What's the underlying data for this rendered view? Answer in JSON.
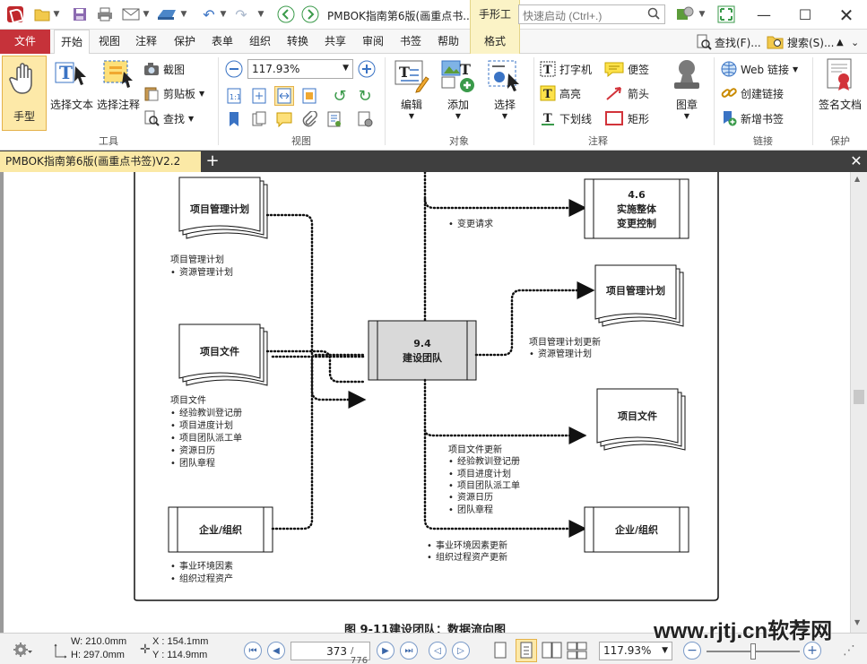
{
  "titlebar": {
    "title": "PMBOK指南第6版(画重点书...",
    "context_tab": "手形工",
    "quick_launch_placeholder": "快速启动 (Ctrl+.)"
  },
  "tabs": {
    "file": "文件",
    "items": [
      "开始",
      "视图",
      "注释",
      "保护",
      "表单",
      "组织",
      "转换",
      "共享",
      "审阅",
      "书签",
      "帮助"
    ],
    "format": "格式",
    "find": "查找(F)...",
    "search": "搜索(S)..."
  },
  "ribbon": {
    "tools": {
      "label": "工具",
      "hand": "手型",
      "select_text": "选择文本",
      "select_annotation": "选择注释",
      "snapshot": "截图",
      "clipboard": "剪贴板",
      "find": "查找"
    },
    "view": {
      "label": "视图",
      "zoom": "117.93%"
    },
    "objects": {
      "label": "对象",
      "edit": "编辑",
      "add": "添加",
      "select": "选择"
    },
    "annotations": {
      "label": "注释",
      "typewriter": "打字机",
      "highlight": "高亮",
      "underline": "下划线",
      "note": "便签",
      "arrow": "箭头",
      "rectangle": "矩形"
    },
    "stamp": {
      "label": "图章"
    },
    "links": {
      "label": "链接",
      "web_link": "Web 链接",
      "create_link": "创建链接",
      "add_bookmark": "新增书签"
    },
    "protect": {
      "label": "保护",
      "sign": "签名文档"
    }
  },
  "document_tab": {
    "title": "PMBOK指南第6版(画重点书签)V2.2"
  },
  "diagram": {
    "input_pm_plan": "项目管理计划",
    "input_pm_plan_note_title": "项目管理计划",
    "input_pm_plan_note_items": [
      "资源管理计划"
    ],
    "input_project_docs": "项目文件",
    "input_docs_note_title": "项目文件",
    "input_docs_note_items": [
      "经验教训登记册",
      "项目进度计划",
      "项目团队派工单",
      "资源日历",
      "团队章程"
    ],
    "input_eef": "企业/组织",
    "input_eef_note_items": [
      "事业环境因素",
      "组织过程资产"
    ],
    "process_number": "9.4",
    "process_name": "建设团队",
    "change_requests": "变更请求",
    "out_integration_number": "4.6",
    "out_integration_line1": "实施整体",
    "out_integration_line2": "变更控制",
    "out_pm_plan": "项目管理计划",
    "out_pm_plan_note_title": "项目管理计划更新",
    "out_pm_plan_note_items": [
      "资源管理计划"
    ],
    "out_project_docs": "项目文件",
    "out_docs_note_title": "项目文件更新",
    "out_docs_note_items": [
      "经验教训登记册",
      "项目进度计划",
      "项目团队派工单",
      "资源日历",
      "团队章程"
    ],
    "out_eef": "企业/组织",
    "out_eef_note_items": [
      "事业环境因素更新",
      "组织过程资产更新"
    ],
    "caption": "图 9-11建设团队：数据流向图"
  },
  "watermark": "www.rjtj.cn软荐网",
  "statusbar": {
    "width": "W: 210.0mm",
    "height": "H: 297.0mm",
    "x": "X : 154.1mm",
    "y": "Y : 114.9mm",
    "current_page": "373",
    "total_pages": "/ 776",
    "zoom": "117.93%"
  },
  "colors": {
    "file_tab": "#c6323a",
    "context_tab": "#fbf3c6",
    "hand_tool": "#fde9a8",
    "doc_tab": "#fbe9a6",
    "process_fill": "#d9d9d9"
  }
}
